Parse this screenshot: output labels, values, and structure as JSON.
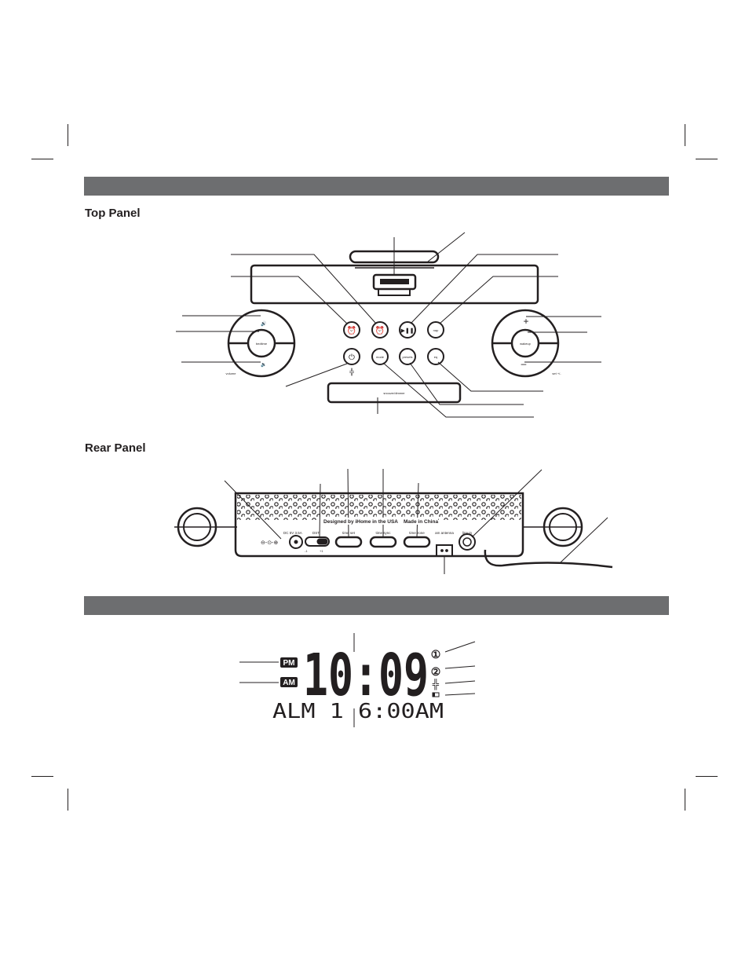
{
  "sections": {
    "top_panel_title": "Top Panel",
    "rear_panel_title": "Rear Panel"
  },
  "top_panel": {
    "bedtime": "bedtime",
    "volume": "volume",
    "wakeup": "wakeup",
    "set": "set +/-",
    "nap": "nap",
    "mode": "mode",
    "presets": "presets",
    "eq": "eq",
    "snooze": "snooze/dimmer",
    "plus": "+",
    "minus": "–"
  },
  "rear_panel": {
    "designed": "Designed by iHome in the USA",
    "made": "Made in China",
    "dc": "DC 5V 3.5A",
    "dst": "DST",
    "dst_minus": "-1",
    "dst_plus": "+1",
    "time_set": "time set",
    "time_sync": "time sync",
    "time_zone": "time zone",
    "am_antenna": "am antenna",
    "line_in": "line-in"
  },
  "display": {
    "pm": "PM",
    "am": "AM",
    "time": "10:09",
    "alarm_line": "ALM  1  6:00AM"
  },
  "colors": {
    "band": "#6d6e70",
    "ink": "#231f20"
  }
}
